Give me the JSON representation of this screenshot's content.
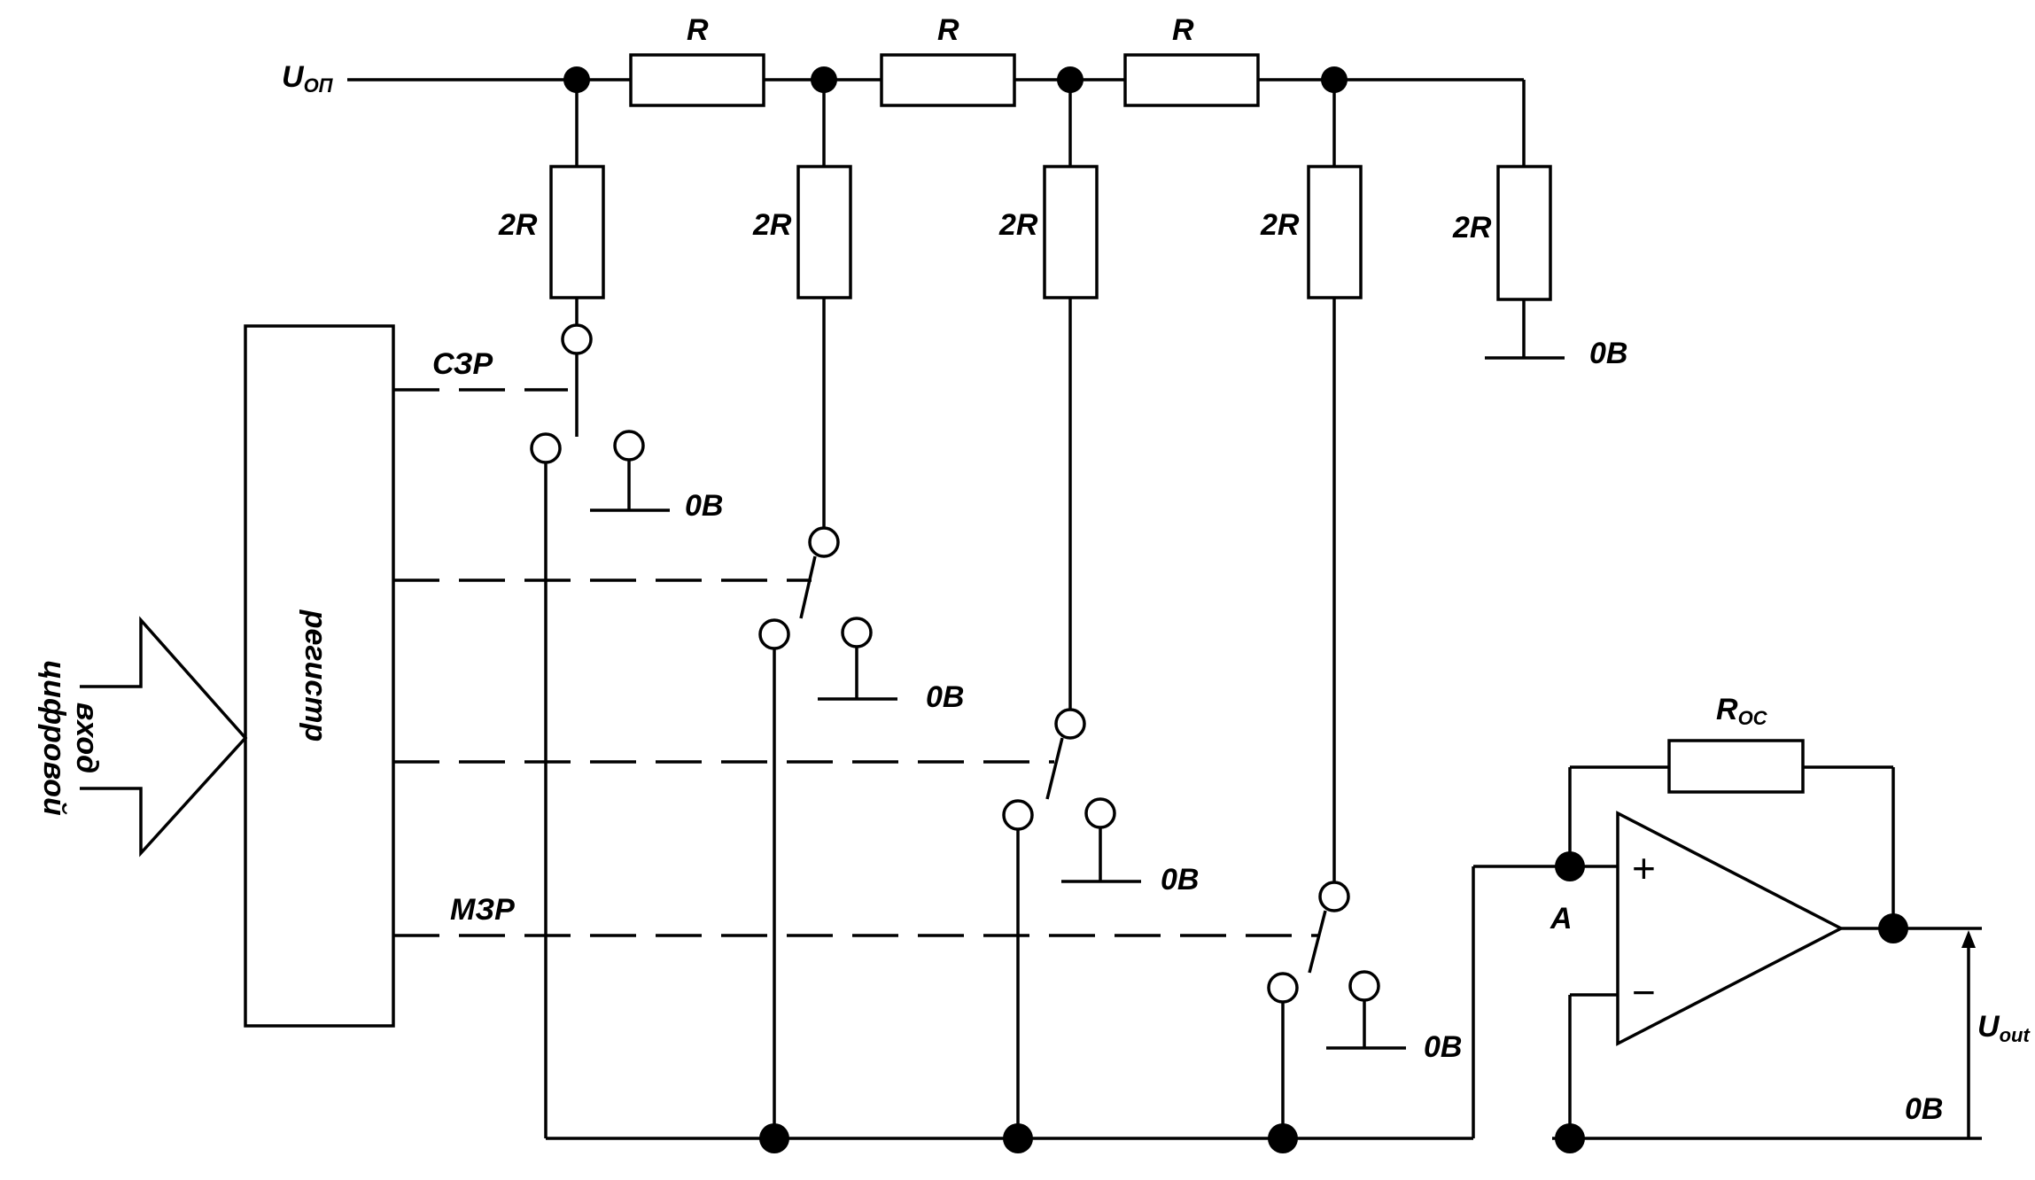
{
  "labels": {
    "uop_main": "U",
    "uop_sub": "ОП",
    "r": "R",
    "r2": "2R",
    "zero_v": "0В",
    "szr": "СЗР",
    "mzr": "МЗР",
    "register": "регистр",
    "digital_input_line1": "цифровой",
    "digital_input_line2": "вход",
    "roc_main": "R",
    "roc_sub": "ОС",
    "node_a": "A",
    "uout_main": "U",
    "uout_sub": "out",
    "plus": "+",
    "minus": "−"
  }
}
